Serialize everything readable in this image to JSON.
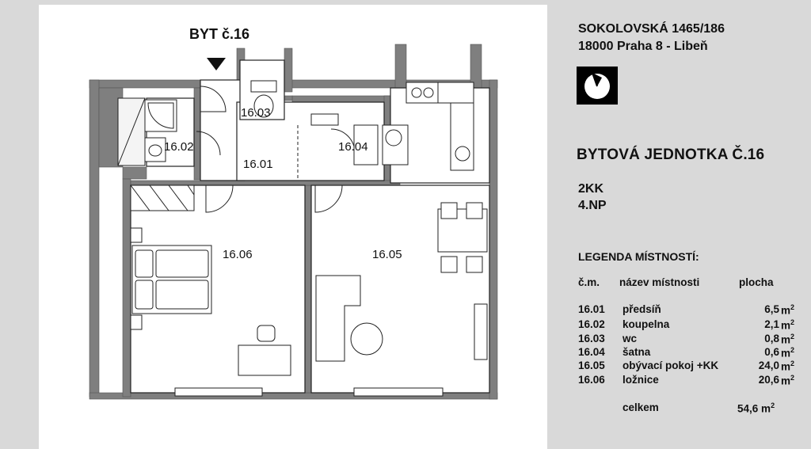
{
  "plan": {
    "unit_label": "BYT č.16",
    "rooms": {
      "r1601": "16.01",
      "r1602": "16.02",
      "r1603": "16.03",
      "r1604": "16.04",
      "r1605": "16.05",
      "r1606": "16.06"
    }
  },
  "info": {
    "address_line1": "SOKOLOVSKÁ 1465/186",
    "address_line2": "18000 Praha 8 - Libeň",
    "unit_heading": "BYTOVÁ JEDNOTKA Č.16",
    "layout_type": "2KK",
    "floor": "4.NP",
    "legend_title": "LEGENDA MÍSTNOSTÍ:",
    "headers": {
      "num": "č.m.",
      "name": "název místnosti",
      "area": "plocha"
    },
    "rows": [
      {
        "num": "16.01",
        "name": "předsíň",
        "area": "6,5",
        "unit": "m",
        "exp": "2"
      },
      {
        "num": "16.02",
        "name": "koupelna",
        "area": "2,1",
        "unit": "m",
        "exp": "2"
      },
      {
        "num": "16.03",
        "name": "wc",
        "area": "0,8",
        "unit": "m",
        "exp": "2"
      },
      {
        "num": "16.04",
        "name": "šatna",
        "area": "0,6",
        "unit": "m",
        "exp": "2"
      },
      {
        "num": "16.05",
        "name": "obývací pokoj +KK",
        "area": "24,0",
        "unit": "m",
        "exp": "2"
      },
      {
        "num": "16.06",
        "name": "ložnice",
        "area": "20,6",
        "unit": "m",
        "exp": "2"
      }
    ],
    "total": {
      "label": "celkem",
      "value": "54,6",
      "unit": "m",
      "exp": "2"
    }
  }
}
